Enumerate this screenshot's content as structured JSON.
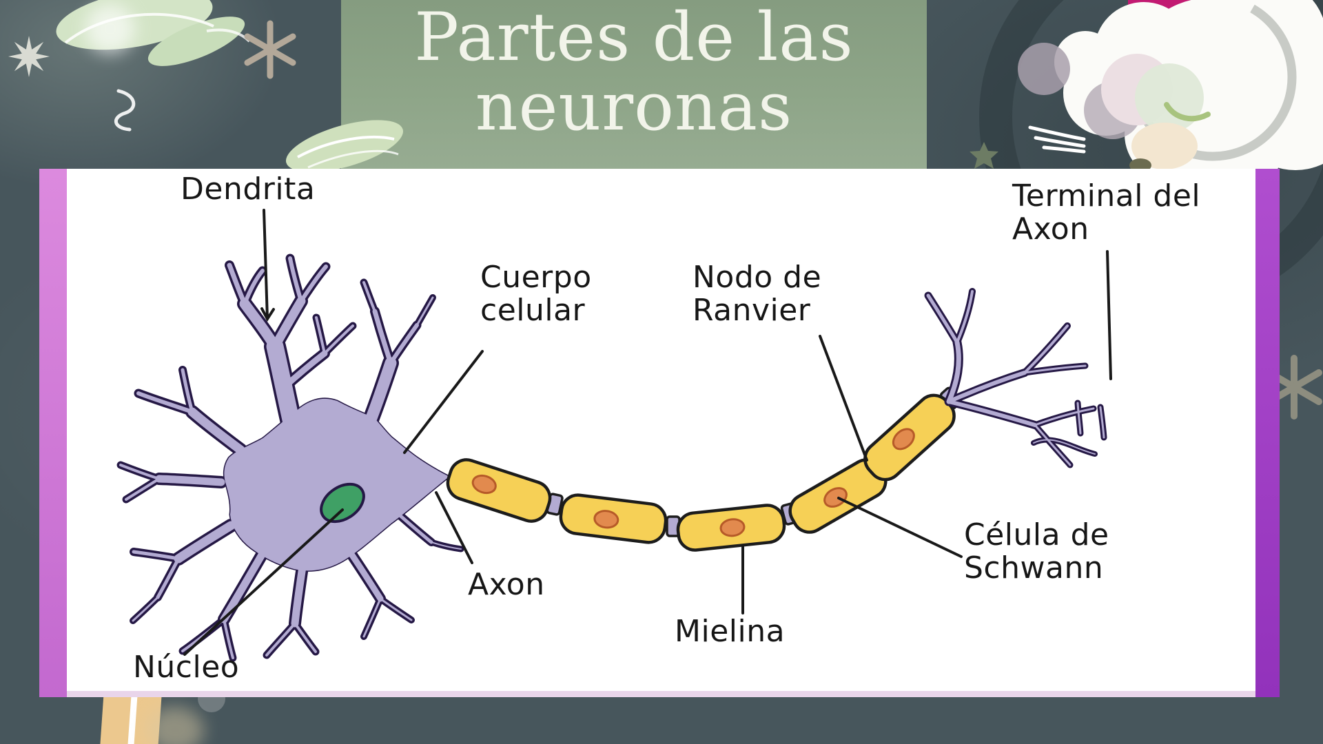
{
  "slide": {
    "title_line1": "Partes de las",
    "title_line2": "neuronas"
  },
  "diagram": {
    "labels": {
      "dendrita": "Dendrita",
      "cuerpo_celular": "Cuerpo\ncelular",
      "nodo_ranvier": "Nodo de\nRanvier",
      "terminal_axon": "Terminal del\nAxon",
      "axon": "Axon",
      "mielina": "Mielina",
      "celula_schwann": "Célula de\nSchwann",
      "nucleo": "Núcleo"
    }
  },
  "colors": {
    "background_slate": "#47565c",
    "header_green": "#8ea588",
    "title_text": "#f2f4ea",
    "frame_purple_left": "#d17fd8",
    "frame_purple_right": "#a03cc4",
    "frame_pink_bottom": "#e9d5ea",
    "neuron_lavender": "#b3abd2",
    "neuron_outline": "#251845",
    "myelin_yellow": "#f6d056",
    "myelin_nucleus_orange": "#e28a4e",
    "soma_nucleus_green": "#3fa065",
    "accent_magenta": "#c21a72"
  }
}
